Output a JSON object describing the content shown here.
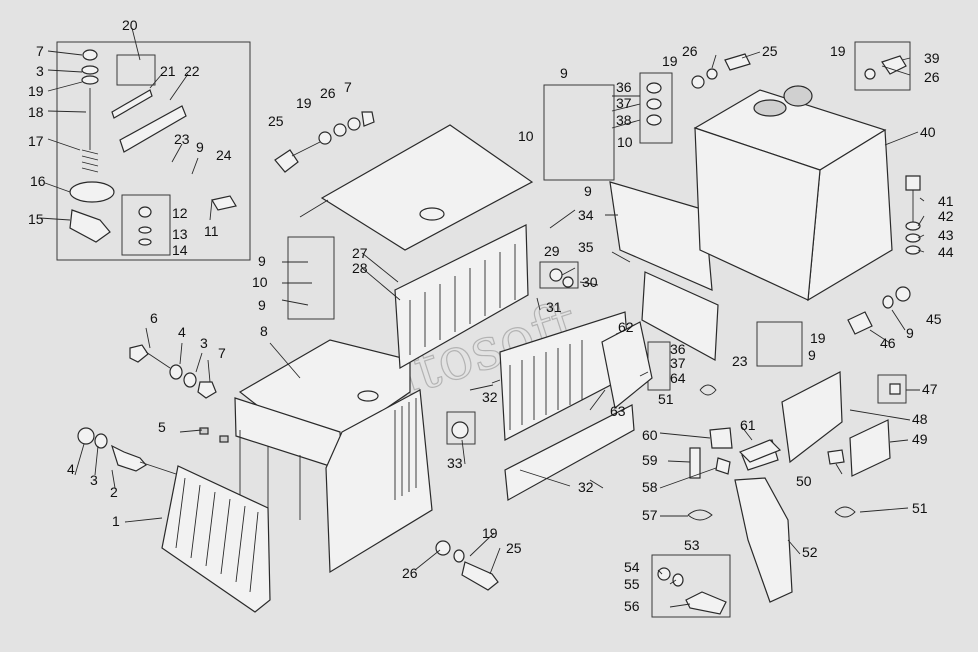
{
  "watermark": "Autosoft",
  "callouts": {
    "c1": "1",
    "c2": "2",
    "c3a": "3",
    "c3b": "3",
    "c3c": "3",
    "c4a": "4",
    "c4b": "4",
    "c5": "5",
    "c6": "6",
    "c7a": "7",
    "c7b": "7",
    "c7c": "7",
    "c8": "8",
    "c9a": "9",
    "c9b": "9",
    "c9c": "9",
    "c9d": "9",
    "c9e": "9",
    "c9f": "9",
    "c9g": "9",
    "c10a": "10",
    "c10b": "10",
    "c10c": "10",
    "c11": "11",
    "c12": "12",
    "c13": "13",
    "c14": "14",
    "c15": "15",
    "c16": "16",
    "c17": "17",
    "c18": "18",
    "c19a": "19",
    "c19b": "19",
    "c19c": "19",
    "c19d": "19",
    "c19e": "19",
    "c19f": "19",
    "c20": "20",
    "c21": "21",
    "c22": "22",
    "c23a": "23",
    "c23b": "23",
    "c24": "24",
    "c25a": "25",
    "c25b": "25",
    "c25c": "25",
    "c26a": "26",
    "c26b": "26",
    "c26c": "26",
    "c26d": "26",
    "c27": "27",
    "c28": "28",
    "c29": "29",
    "c30": "30",
    "c31": "31",
    "c32a": "32",
    "c32b": "32",
    "c33": "33",
    "c34": "34",
    "c35": "35",
    "c36a": "36",
    "c36b": "36",
    "c37a": "37",
    "c37b": "37",
    "c38": "38",
    "c39": "39",
    "c40": "40",
    "c41": "41",
    "c42": "42",
    "c43": "43",
    "c44": "44",
    "c45": "45",
    "c46": "46",
    "c47": "47",
    "c48": "48",
    "c49": "49",
    "c50": "50",
    "c51a": "51",
    "c51b": "51",
    "c52": "52",
    "c53": "53",
    "c54": "54",
    "c55": "55",
    "c56": "56",
    "c57": "57",
    "c58": "58",
    "c59": "59",
    "c60": "60",
    "c61": "61",
    "c62": "62",
    "c63": "63",
    "c64": "64"
  }
}
